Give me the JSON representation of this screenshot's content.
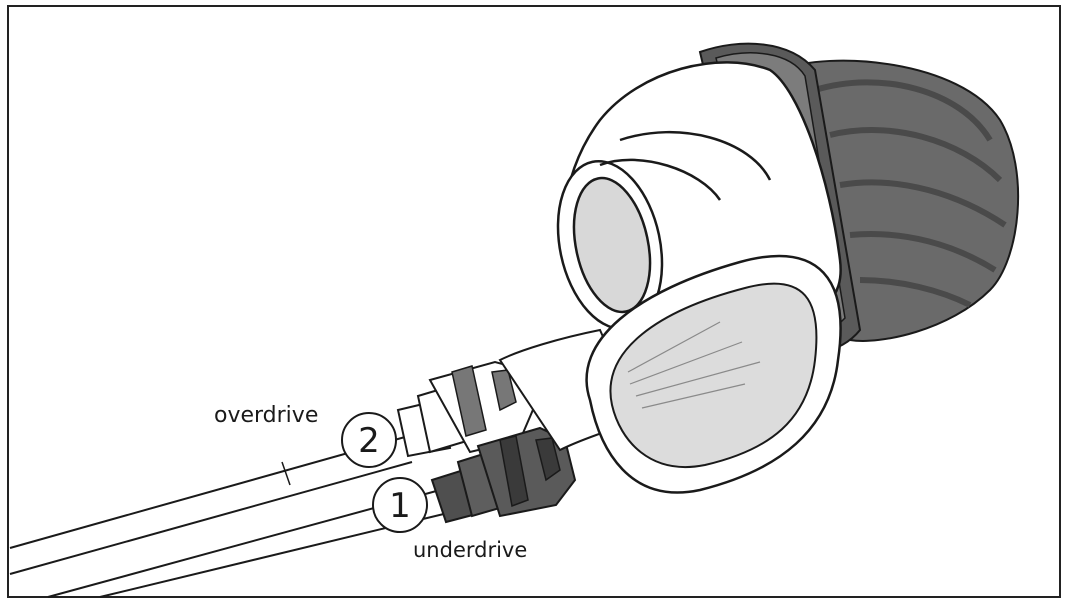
{
  "labels": {
    "overdrive": "overdrive",
    "underdrive": "underdrive"
  },
  "callouts": {
    "one": "1",
    "two": "2"
  },
  "colors": {
    "frame": "#222222",
    "outline": "#1a1a1a",
    "knob_dark": "#555555",
    "knob_mid": "#6e6e6e",
    "knob_light": "#8a8a8a",
    "lens_fill": "#dcdcdc",
    "connector_dark": "#5a5a5a",
    "background": "#ffffff"
  }
}
